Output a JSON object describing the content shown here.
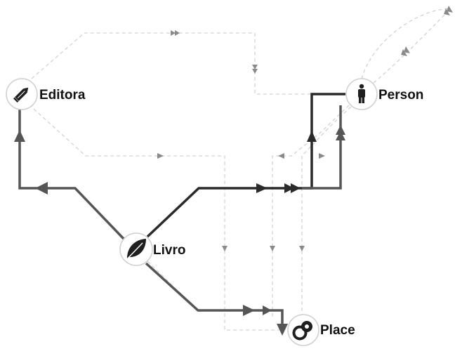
{
  "nodes": {
    "editora": {
      "label": "Editora",
      "icon": "pencil-icon"
    },
    "person": {
      "label": "Person",
      "icon": "person-icon"
    },
    "livro": {
      "label": "Livro",
      "icon": "leaf-icon"
    },
    "place": {
      "label": "Place",
      "icon": "place-link-icon"
    }
  },
  "colors": {
    "dark_edge": "#2a2a2a",
    "mid_edge": "#555555",
    "dashed_edge": "#d2d2d2",
    "node_border": "#cfcfcf"
  }
}
